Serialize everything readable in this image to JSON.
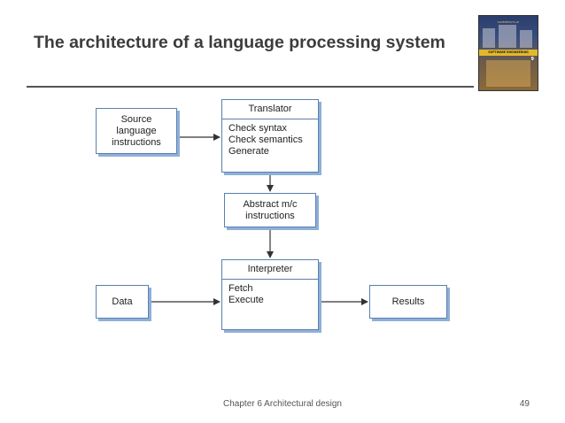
{
  "slide": {
    "title": "The architecture of a language processing system",
    "footer": "Chapter 6 Architectural design",
    "page_number": "49"
  },
  "book_cover": {
    "author": "SOMMERVILLE",
    "title": "SOFTWARE ENGINEERING",
    "edition": "9"
  },
  "diagram": {
    "source": {
      "lines": [
        "Source",
        "language",
        "instructions"
      ]
    },
    "translator": {
      "header": "Translator",
      "items": [
        "Check syntax",
        "Check semantics",
        "Generate"
      ]
    },
    "abstract": {
      "lines": [
        "Abstract m/c",
        "instructions"
      ]
    },
    "interpreter": {
      "header": "Interpreter",
      "items": [
        "Fetch",
        "Execute"
      ]
    },
    "data_box": {
      "label": "Data"
    },
    "results_box": {
      "label": "Results"
    }
  },
  "colors": {
    "box_border": "#5a7fb0",
    "box_shadow": "#8fb0d8",
    "arrow": "#333333"
  }
}
